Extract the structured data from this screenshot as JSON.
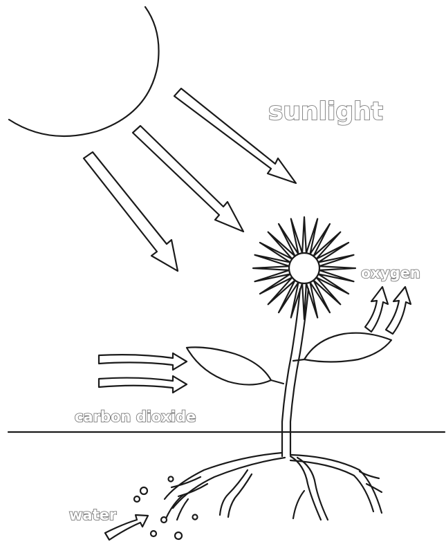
{
  "labels": {
    "sunlight": "sunlight",
    "oxygen": "oxygen",
    "carbon_dioxide": "carbon dioxide",
    "water": "water"
  },
  "colors": {
    "line": "#1a1a1a",
    "label_outline": "#7a7a7a",
    "background": "#ffffff"
  }
}
